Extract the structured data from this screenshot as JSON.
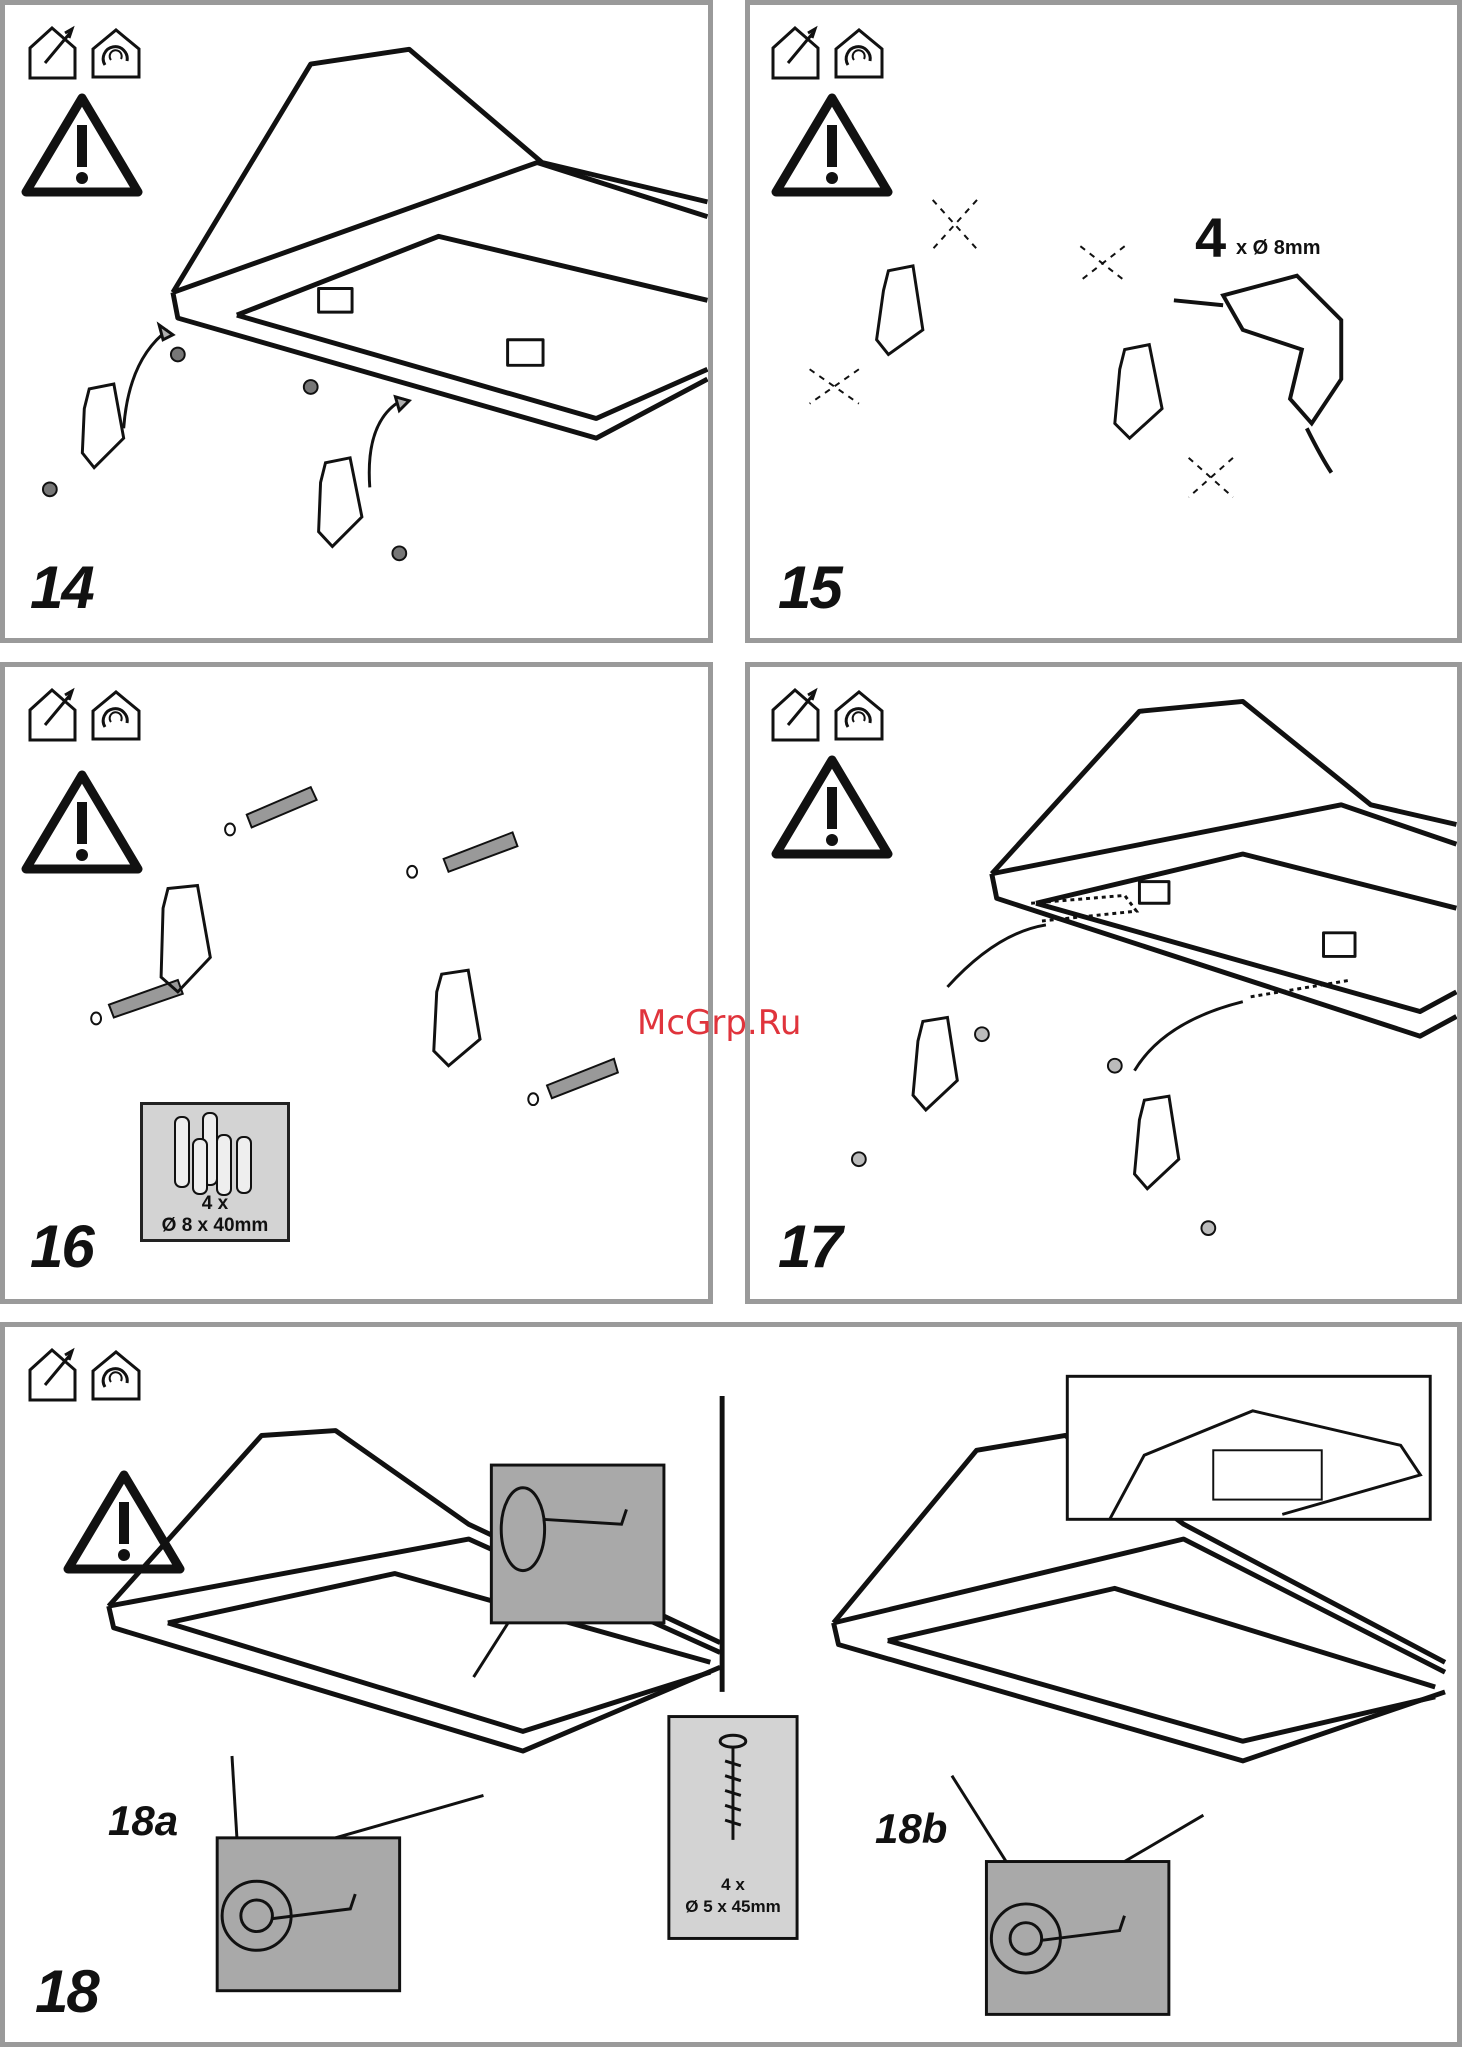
{
  "watermark": "McGrp.Ru",
  "steps": [
    {
      "number": "14"
    },
    {
      "number": "15",
      "drill_qty": "4",
      "drill_spec": "x Ø 8mm"
    },
    {
      "number": "16",
      "plug_qty": "4 x",
      "plug_spec": "Ø 8 x 40mm"
    },
    {
      "number": "17"
    },
    {
      "number": "18",
      "sub_a": "18a",
      "sub_b": "18b",
      "screw_qty": "4 x",
      "screw_spec": "Ø 5 x 45mm"
    }
  ],
  "icons": [
    "house-ducted-icon",
    "house-recirculation-icon",
    "warning-icon"
  ],
  "colors": {
    "frame": "#9a9a9a",
    "ink": "#111111",
    "detail_fill": "#a9a9a9",
    "spec_fill": "#d3d3d3",
    "watermark": "#e0343c"
  }
}
